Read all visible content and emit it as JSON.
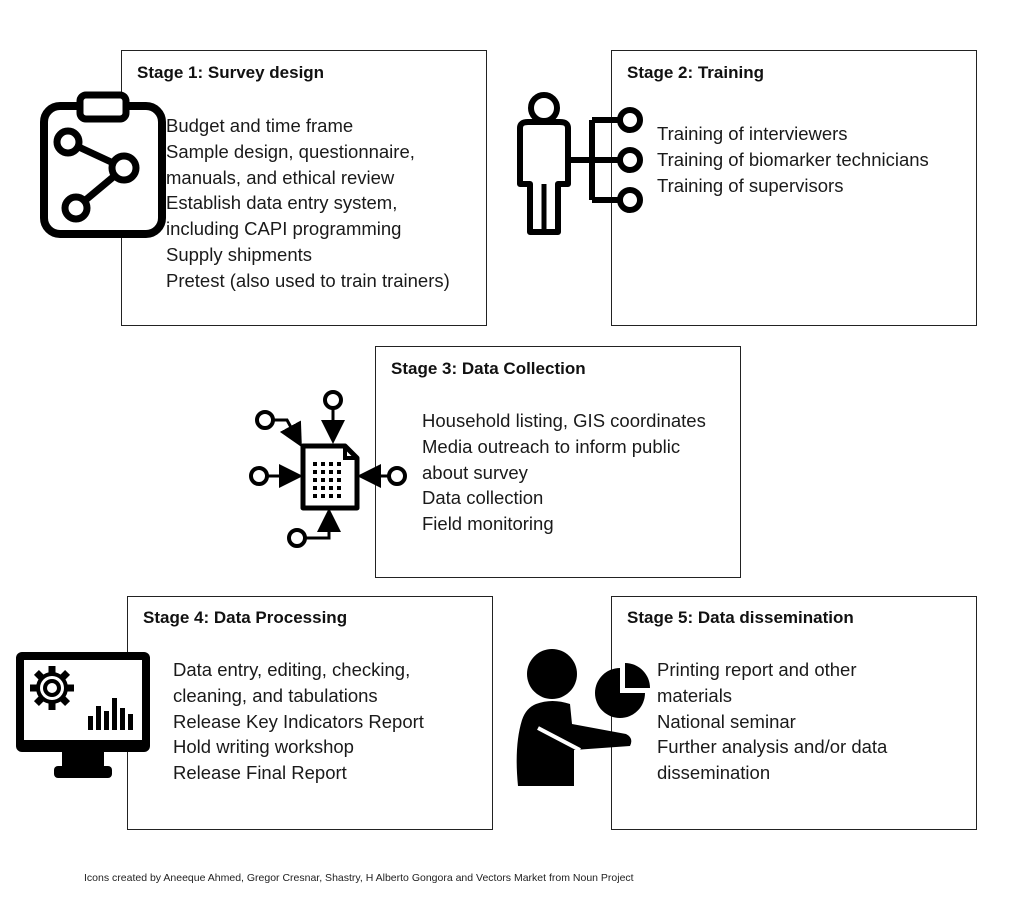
{
  "stages": [
    {
      "title": "Stage 1: Survey design",
      "icon": "clipboard-network-icon",
      "items": [
        "Budget and time frame",
        "Sample design, questionnaire,",
        "manuals, and ethical review",
        "Establish data entry system,",
        "including CAPI programming",
        "Supply shipments",
        "Pretest (also used to train trainers)"
      ]
    },
    {
      "title": "Stage 2: Training",
      "icon": "person-network-icon",
      "items": [
        "Training of interviewers",
        "Training of biomarker technicians",
        "Training of supervisors"
      ]
    },
    {
      "title": "Stage 3: Data Collection",
      "icon": "data-collection-icon",
      "items": [
        "Household listing, GIS coordinates",
        "Media outreach to inform public",
        "about survey",
        "Data collection",
        "Field monitoring"
      ]
    },
    {
      "title": "Stage 4: Data Processing",
      "icon": "monitor-gear-chart-icon",
      "items": [
        "Data entry, editing, checking,",
        "cleaning, and tabulations",
        "Release Key Indicators Report",
        "Hold writing workshop",
        "Release Final Report"
      ]
    },
    {
      "title": "Stage 5: Data dissemination",
      "icon": "presenter-pie-chart-icon",
      "items": [
        "Printing report and other",
        "materials",
        "National seminar",
        "Further analysis and/or data",
        "dissemination"
      ]
    }
  ],
  "footer": "Icons created by Aneeque Ahmed, Gregor Cresnar, Shastry,  H Alberto Gongora and Vectors Market from Noun Project",
  "colors": {
    "line": "#222222",
    "icon": "#000000",
    "text": "#1a1a1a"
  }
}
